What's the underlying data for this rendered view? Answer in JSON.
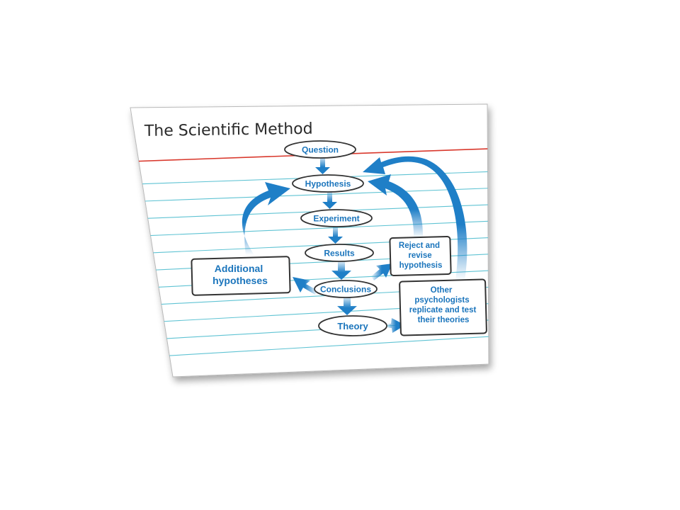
{
  "title": "The Scientific Method",
  "colors": {
    "accent": "#1b75bc",
    "arrow": "#1f7fc7",
    "rule_red": "#d9382c",
    "rule_blue": "#5fc3d3",
    "card_border": "#444444"
  },
  "nodes": {
    "question": "Question",
    "hypothesis": "Hypothesis",
    "experiment": "Experiment",
    "results": "Results",
    "conclusions": "Conclusions",
    "theory": "Theory",
    "additional": [
      "Additional",
      "hypotheses"
    ],
    "reject": [
      "Reject and",
      "revise",
      "hypothesis"
    ],
    "other": [
      "Other",
      "psychologists",
      "replicate and test",
      "their theories"
    ]
  }
}
